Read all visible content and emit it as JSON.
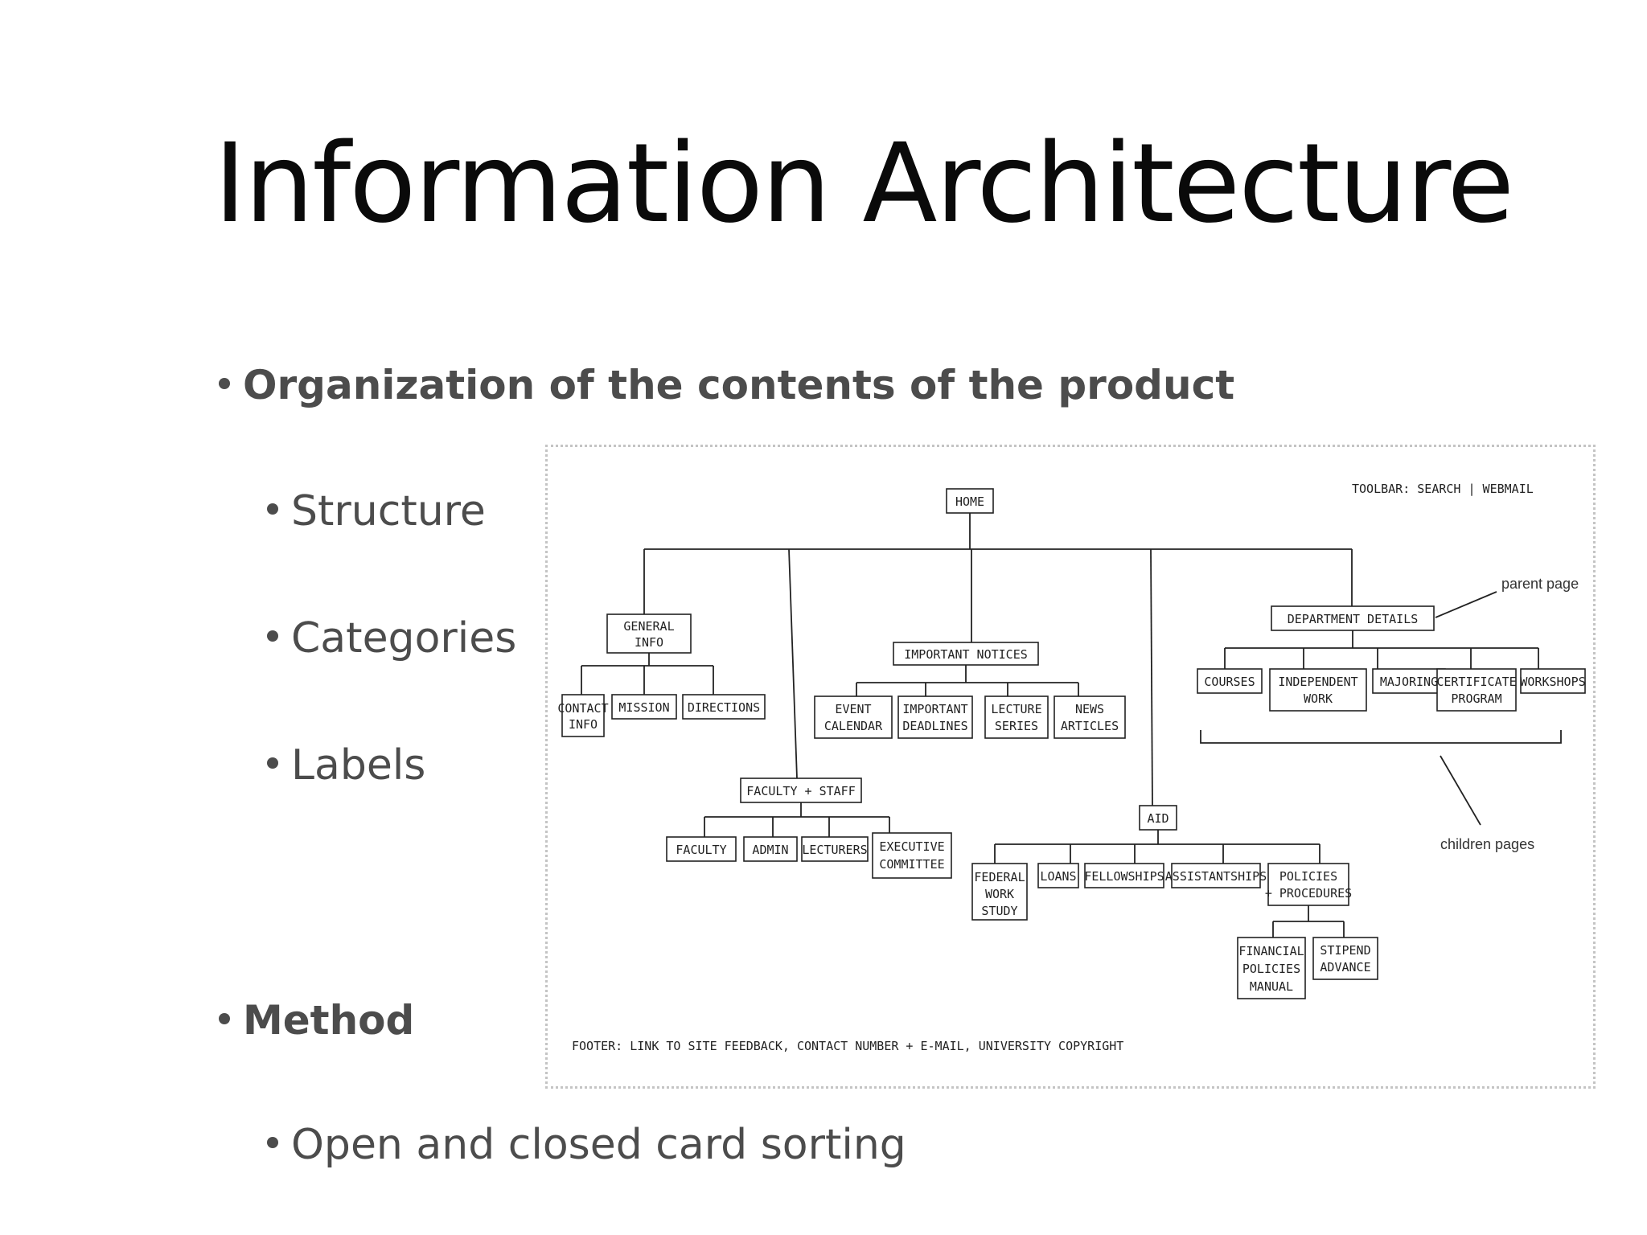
{
  "title": "Information Architecture",
  "bullets": {
    "organization": "Organization of the contents of the product",
    "structure": "Structure",
    "categories": "Categories",
    "labels": "Labels",
    "method": "Method",
    "card_sorting": "Open and closed card sorting"
  },
  "sketch": {
    "toolbar": "TOOLBAR: SEARCH | WEBMAIL",
    "home": "HOME",
    "general_info": [
      "GENERAL",
      "INFO"
    ],
    "contact_info": [
      "CONTACT",
      "INFO"
    ],
    "mission": "MISSION",
    "directions": "DIRECTIONS",
    "important_notices": "IMPORTANT NOTICES",
    "event_calendar": [
      "EVENT",
      "CALENDAR"
    ],
    "important_deadlines": [
      "IMPORTANT",
      "DEADLINES"
    ],
    "lecture_series": [
      "LECTURE",
      "SERIES"
    ],
    "news_articles": [
      "NEWS",
      "ARTICLES"
    ],
    "faculty_staff": "FACULTY + STAFF",
    "faculty": "FACULTY",
    "admin": "ADMIN",
    "lecturers": "LECTURERS",
    "executive_committee": [
      "EXECUTIVE",
      "COMMITTEE"
    ],
    "aid": "AID",
    "federal_work_study": [
      "FEDERAL",
      "WORK",
      "STUDY"
    ],
    "loans": "LOANS",
    "fellowships": "FELLOWSHIPS",
    "assistantships": "ASSISTANTSHIPS",
    "policies_procedures": [
      "POLICIES",
      "+ PROCEDURES"
    ],
    "financial_policies_manual": [
      "FINANCIAL",
      "POLICIES",
      "MANUAL"
    ],
    "stipend_advance": [
      "STIPEND",
      "ADVANCE"
    ],
    "department_details": "DEPARTMENT DETAILS",
    "courses": "COURSES",
    "independent_work": [
      "INDEPENDENT",
      "WORK"
    ],
    "majoring": "MAJORING",
    "certificate_program": [
      "CERTIFICATE",
      "PROGRAM"
    ],
    "workshops": "WORKSHOPS",
    "parent_page": "parent page",
    "children_pages": "children pages",
    "footer": "FOOTER: LINK TO SITE FEEDBACK, CONTACT NUMBER + E-MAIL, UNIVERSITY COPYRIGHT"
  }
}
